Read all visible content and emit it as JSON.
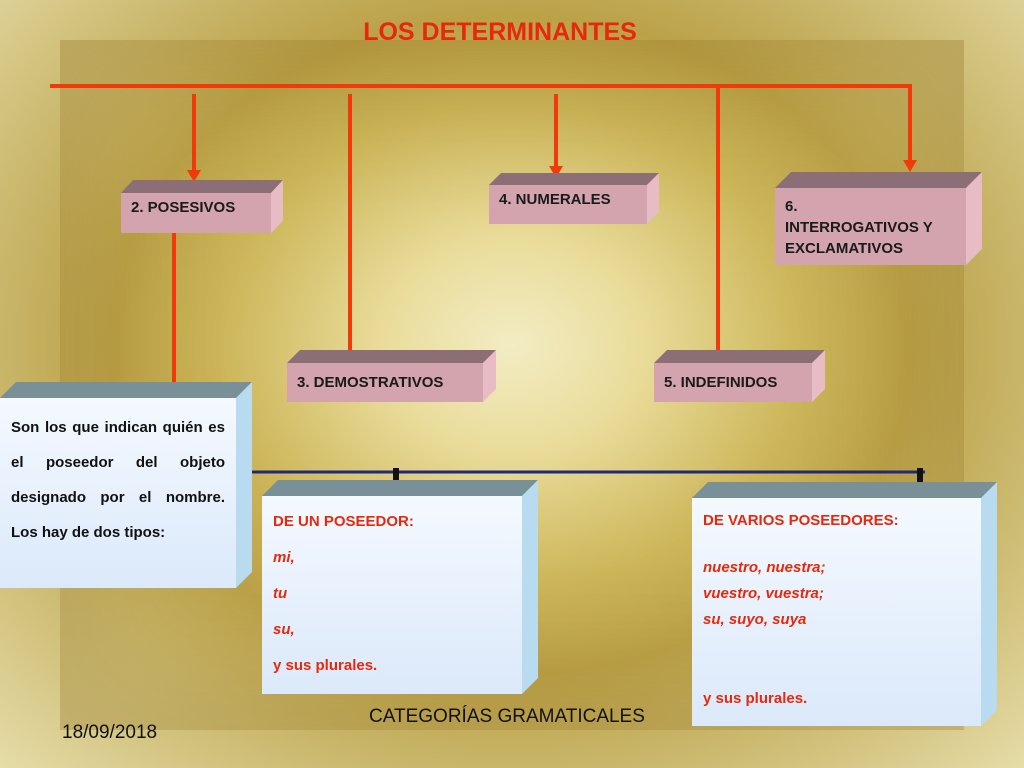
{
  "title": "LOS DETERMINANTES",
  "categories": {
    "posesivos": "2. POSESIVOS",
    "demostrativos": "3. DEMOSTRATIVOS",
    "numerales": "4. NUMERALES",
    "indefinidos": "5. INDEFINIDOS",
    "interrogativos": [
      "6.",
      "INTERROGATIVOS Y",
      "EXCLAMATIVOS"
    ]
  },
  "description": "Son los que indican quién es el poseedor del objeto designado por el nombre. Los hay de dos tipos:",
  "un_poseedor": {
    "heading": "DE UN POSEEDOR:",
    "items": [
      "mi,",
      "tu",
      "su,",
      "y sus plurales."
    ]
  },
  "varios_poseedores": {
    "heading": "DE VARIOS POSEEDORES:",
    "items": [
      "nuestro, nuestra;",
      "vuestro, vuestra;",
      "su, suyo, suya"
    ],
    "footer": "y sus plurales."
  },
  "footer": {
    "date": "18/09/2018",
    "section": "CATEGORÍAS GRAMATICALES"
  },
  "colors": {
    "connector": "#f03a0a",
    "accent_text": "#e8280c",
    "pink_box": "#d3a4ae",
    "blue_box": "#dbe9fa",
    "divider": "#1e2a78"
  }
}
